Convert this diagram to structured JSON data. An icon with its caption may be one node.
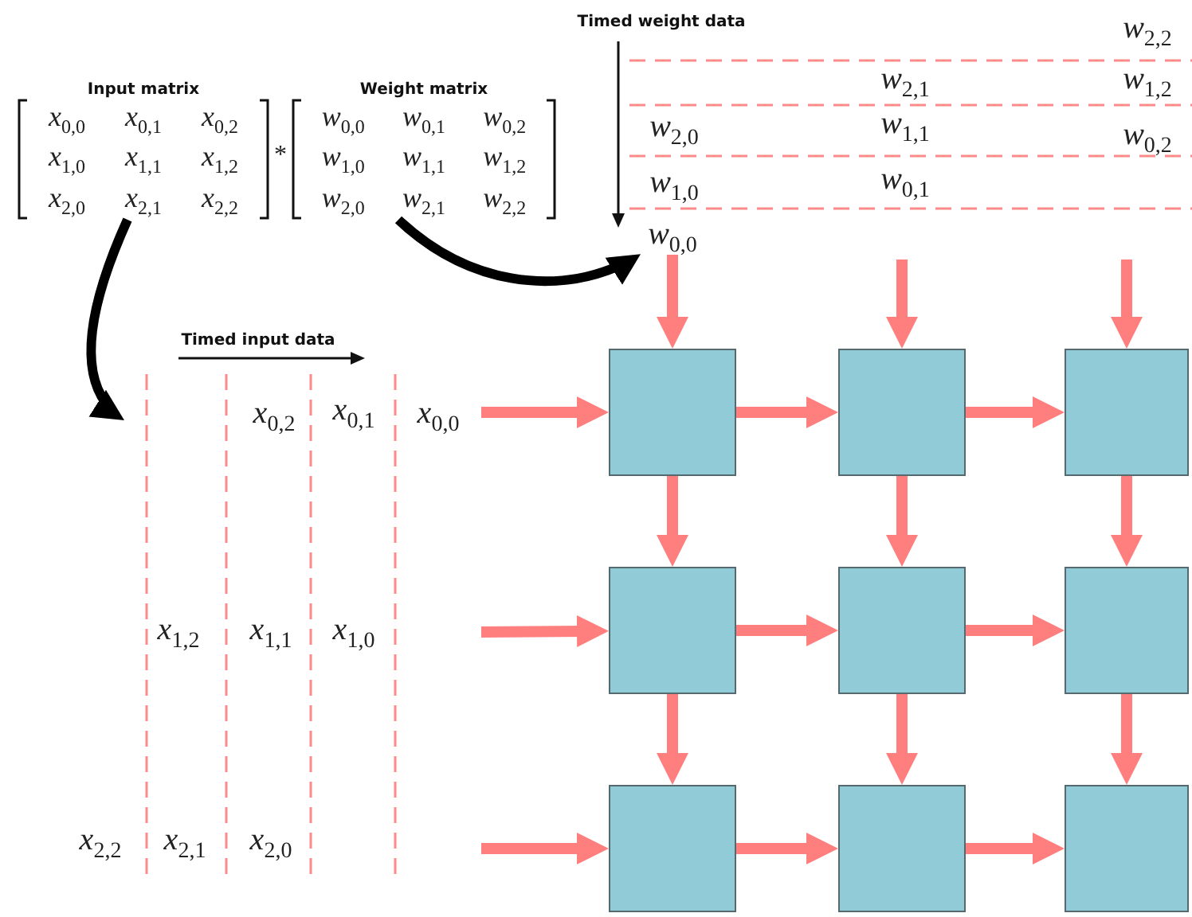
{
  "diagram": {
    "nodes": [
      {
        "text": [
          "Input matrix",
          "x$_{0,0}$",
          "x$_{0,1}$",
          "x$_{0,2}$",
          "x$_{1,0}$",
          "x$_{1,1}$",
          "x$_{1,2}$",
          "x$_{2,0}$",
          "x$_{2,1}$",
          "x$_{2,2}$"
        ]
      },
      {
        "text": [
          "Weight matrix",
          "w$_{0,0}$",
          "w$_{0,1}$",
          "w$_{0,2}$",
          "w$_{1,0}$",
          "w$_{1,1}$",
          "w$_{1,2}$",
          "w$_{2,0}$",
          "w$_{2,1}$",
          "w$_{2,2}$"
        ]
      },
      {
        "text": [
          "w$_{0,0}$"
        ]
      },
      {
        "text": [],
        "shape": "box"
      },
      {
        "text": [],
        "shape": "box"
      },
      {
        "text": [],
        "shape": "box"
      },
      {
        "text": [],
        "shape": "box"
      },
      {
        "text": [],
        "shape": "box"
      },
      {
        "text": [],
        "shape": "box"
      },
      {
        "text": [],
        "shape": "box"
      },
      {
        "text": [],
        "shape": "box"
      },
      {
        "text": [],
        "shape": "box"
      }
    ],
    "edges": [
      {
        "from": 0,
        "to": null,
        "arrow": "to",
        "color": "#000000"
      },
      {
        "from": 1,
        "to": 2,
        "arrow": "to",
        "color": "#000000"
      },
      {
        "from": 2,
        "to": 3,
        "arrow": "to"
      },
      {
        "from": null,
        "to": 4,
        "arrow": "to"
      },
      {
        "from": null,
        "to": 5,
        "arrow": "to"
      },
      {
        "from": null,
        "to": 3,
        "arrow": "to"
      },
      {
        "from": null,
        "to": 6,
        "arrow": "to"
      },
      {
        "from": null,
        "to": 9,
        "arrow": "to"
      },
      {
        "from": 3,
        "to": 4,
        "arrow": "to"
      },
      {
        "from": 4,
        "to": 5,
        "arrow": "to"
      },
      {
        "from": 6,
        "to": 7,
        "arrow": "to"
      },
      {
        "from": 7,
        "to": 8,
        "arrow": "to"
      },
      {
        "from": 9,
        "to": 10,
        "arrow": "to"
      },
      {
        "from": 10,
        "to": 11,
        "arrow": "to"
      },
      {
        "from": 3,
        "to": 6,
        "arrow": "to"
      },
      {
        "from": 4,
        "to": 7,
        "arrow": "to"
      },
      {
        "from": 5,
        "to": 8,
        "arrow": "to"
      },
      {
        "from": 6,
        "to": 9,
        "arrow": "to"
      },
      {
        "from": 7,
        "to": 10,
        "arrow": "to"
      },
      {
        "from": 8,
        "to": 11,
        "arrow": "to"
      }
    ],
    "labels": [
      "Timed weight data",
      "*",
      "w$_{2,2}$",
      "w$_{2,1}$",
      "w$_{1,2}$",
      "w$_{2,0}$",
      "w$_{1,1}$",
      "w$_{0,2}$",
      "w$_{1,0}$",
      "w$_{0,1}$",
      "Timed input data",
      "x$_{0,2}$",
      "x$_{0,1}$",
      "x$_{0,0}$",
      "x$_{1,2}$",
      "x$_{1,1}$",
      "x$_{1,0}$",
      "x$_{2,2}$",
      "x$_{2,1}$",
      "x$_{2,0}$"
    ]
  }
}
